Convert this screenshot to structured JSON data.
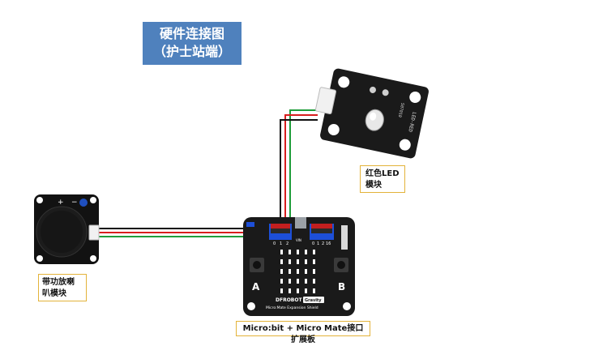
{
  "title": {
    "line1": "硬件连接图",
    "line2": "（护士站端）"
  },
  "labels": {
    "led_module": {
      "line1": "红色LED",
      "line2": "模块"
    },
    "speaker_module": {
      "line1": "带功放喇",
      "line2": "叭模块"
    },
    "expansion_board": "Micro:bit + Micro Mate接口扩展板"
  },
  "board": {
    "brand": "DFROBOT",
    "series": "Gravity",
    "name": "Micro:Mate Expansion Shield",
    "button_a": "A",
    "button_b": "B",
    "pins_left": [
      "0",
      "1",
      "2"
    ],
    "pins_right": [
      "0",
      "1",
      "2",
      "16"
    ],
    "vin": "VIN"
  },
  "speaker": {
    "plus": "+",
    "minus": "−"
  },
  "led": {
    "side_text": "LED-RED",
    "serial": "S07010"
  },
  "wire_colors": {
    "black": "#111111",
    "red": "#d81e1e",
    "green": "#1f9d3a"
  },
  "colors": {
    "title_bg": "#4f81bd",
    "label_border": "#e3b33a"
  }
}
